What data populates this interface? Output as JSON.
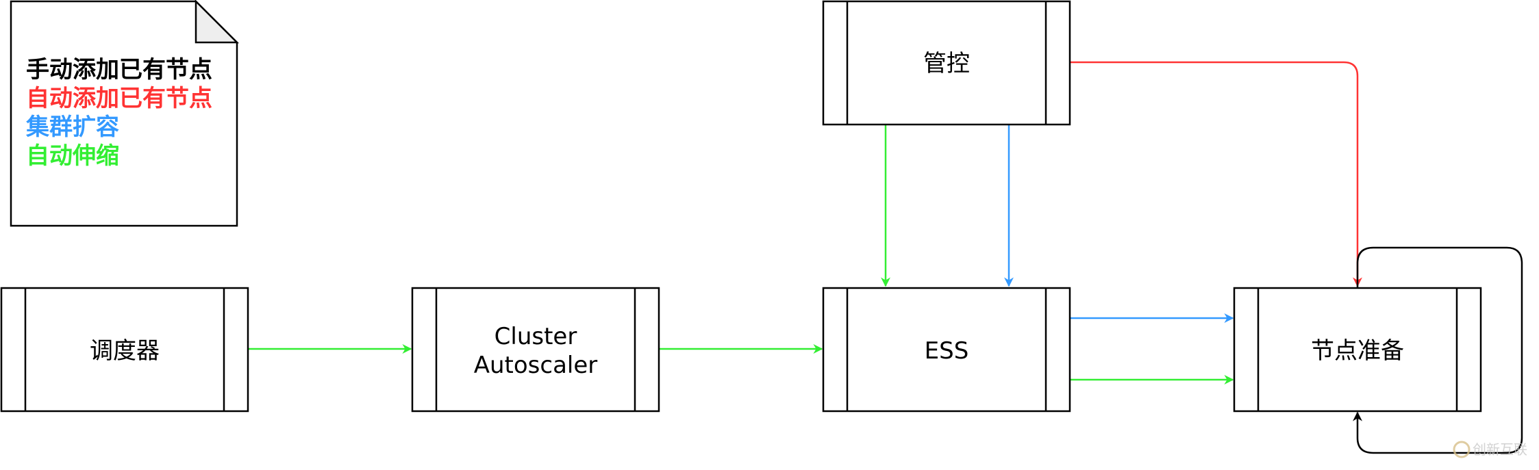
{
  "colors": {
    "manual": "#000000",
    "auto_add": "#ff3333",
    "scale_out": "#3399ff",
    "autoscale": "#33ee33"
  },
  "legend": {
    "items": [
      {
        "label": "手动添加已有节点"
      },
      {
        "label": "自动添加已有节点"
      },
      {
        "label": "集群扩容"
      },
      {
        "label": "自动伸缩"
      }
    ]
  },
  "nodes": {
    "scheduler": {
      "label": "调度器"
    },
    "autoscaler": {
      "line1": "Cluster",
      "line2": "Autoscaler"
    },
    "ess": {
      "label": "ESS"
    },
    "control": {
      "label": "管控"
    },
    "node_prep": {
      "label": "节点准备"
    }
  },
  "watermark": {
    "label": "创新互联"
  }
}
